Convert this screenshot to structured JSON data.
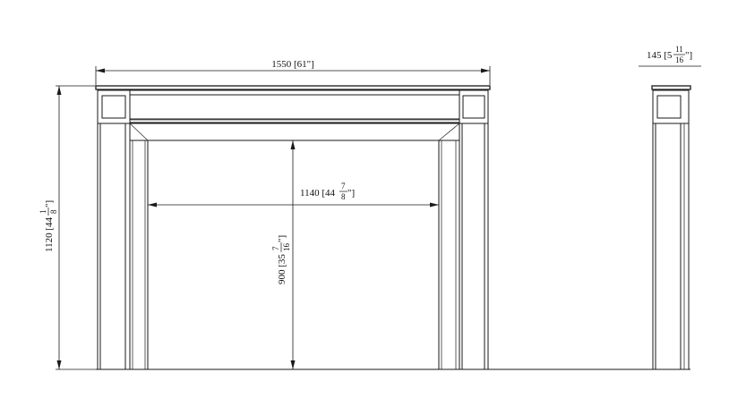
{
  "dimensions": {
    "overall_width": {
      "main": "1550 [61\"]"
    },
    "depth": {
      "lead": "145 [5",
      "num": "11",
      "den": "16",
      "tail": "\"]"
    },
    "overall_height": {
      "lead": "1120 [44",
      "num": "1",
      "den": "8",
      "tail": "\"]"
    },
    "opening_width": {
      "lead": "1140 [44",
      "num": "7",
      "den": "8",
      "tail": "\"]"
    },
    "opening_height": {
      "lead": "900 [35",
      "num": "7",
      "den": "16",
      "tail": "\"]"
    }
  },
  "colors": {
    "line": "#1a1a1a",
    "background": "#ffffff"
  }
}
